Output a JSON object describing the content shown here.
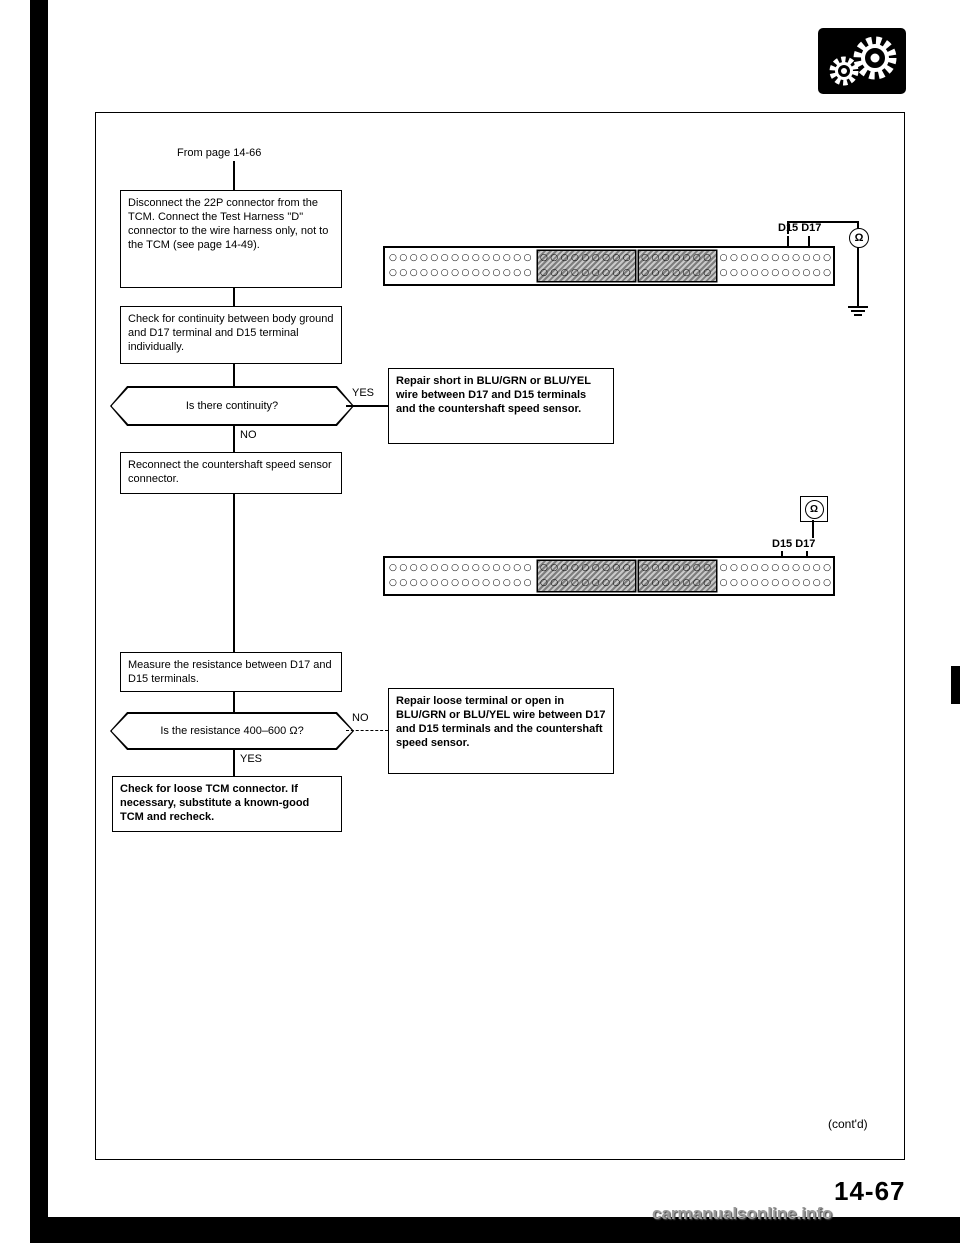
{
  "page": {
    "from_label": "From page 14-66",
    "contd": "(cont'd)",
    "page_number": "14-67",
    "watermark": "carmanualsonline.info"
  },
  "flowchart": {
    "step1": "Disconnect the 22P connector from the TCM. Connect the Test Harness \"D\" connector to the wire harness only, not to the TCM (see page 14-49).",
    "step2": "Check for continuity between body ground and D17 terminal and D15 terminal individually.",
    "q1": "Is there continuity?",
    "q1_yes": "YES",
    "q1_no": "NO",
    "action1": "Repair short in BLU/GRN or BLU/YEL wire between D17 and D15 terminals and the countershaft speed sensor.",
    "step3": "Reconnect the countershaft speed sensor connector.",
    "step4": "Measure the resistance between D17 and D15 terminals.",
    "q2": "Is the resistance 400–600 Ω?",
    "q2_no": "NO",
    "q2_yes": "YES",
    "action2": "Repair loose terminal or open in BLU/GRN or BLU/YEL wire between D17 and D15 terminals and the countershaft speed sensor.",
    "step5": "Check for loose TCM connector. If necessary, substitute a known-good TCM and recheck."
  },
  "connectors": {
    "label1": "D15 D17",
    "label2": "D15 D17",
    "ohm": "Ω",
    "seg1": "○○○○○○○○○○○○○○",
    "seg2": "○○○○○○○○○",
    "seg3": "○○○○○○○",
    "seg4": "○○○○○○○○○○○"
  }
}
